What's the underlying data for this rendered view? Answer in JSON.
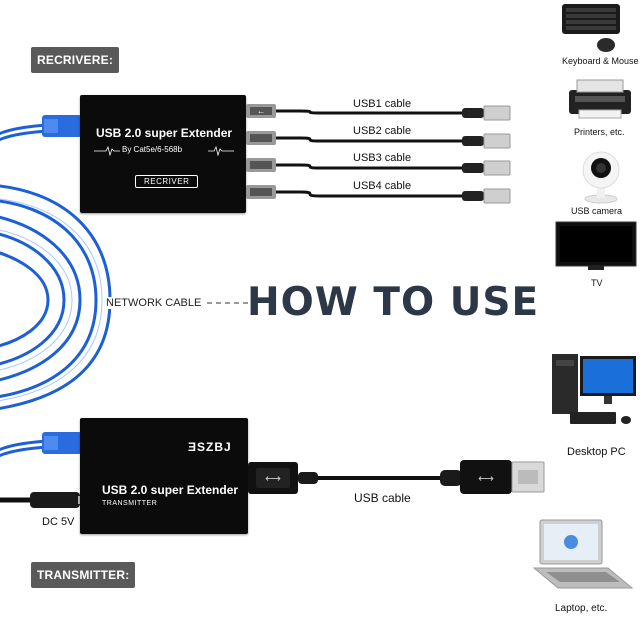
{
  "receiver_tag": "RECRIVERE:",
  "transmitter_tag": "TRANSMITTER:",
  "title": "HOW TO USE",
  "network_cable_label": "NETWORK CABLE",
  "receiver": {
    "name": "USB 2.0 super Extender",
    "subtitle": "By Cat5e/6-568b",
    "badge": "RECRIVER"
  },
  "transmitter": {
    "brand": "ƎSZBJ",
    "name": "USB 2.0 super Extender",
    "subtitle": "TRANSMITTER"
  },
  "usb_cables": [
    "USB1 cable",
    "USB2 cable",
    "USB3 cable",
    "USB4 cable"
  ],
  "usb_cable_label": "USB cable",
  "dc_label": "DC 5V",
  "devices": {
    "keyboard": "Keyboard & Mouse",
    "printer": "Printers, etc.",
    "camera": "USB camera",
    "tv": "TV",
    "desktop": "Desktop PC",
    "laptop": "Laptop, etc."
  },
  "colors": {
    "tag_bg": "#5a5a5a",
    "cable_blue": "#1c5fd6",
    "title_text": "#2c3747",
    "box": "#0b0b0b"
  },
  "icons": [
    "keyboard-mouse-icon",
    "printer-icon",
    "camera-icon",
    "tv-icon",
    "desktop-pc-icon",
    "laptop-icon",
    "usb-symbol-icon"
  ]
}
